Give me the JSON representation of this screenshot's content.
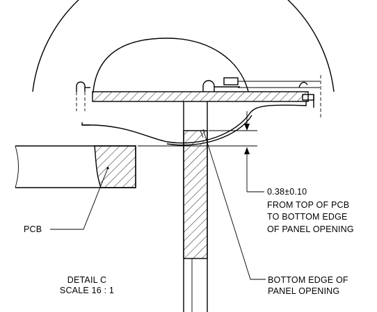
{
  "callouts": {
    "dimension": "0.38±0.10",
    "dimension_note_1": "FROM TOP OF PCB",
    "dimension_note_2": "TO BOTTOM EDGE",
    "dimension_note_3": "OF PANEL OPENING",
    "pcb": "PCB",
    "bottom_edge_1": "BOTTOM EDGE OF",
    "bottom_edge_2": "PANEL OPENING"
  },
  "detail": {
    "name": "DETAIL C",
    "scale": "SCALE 16 : 1"
  }
}
